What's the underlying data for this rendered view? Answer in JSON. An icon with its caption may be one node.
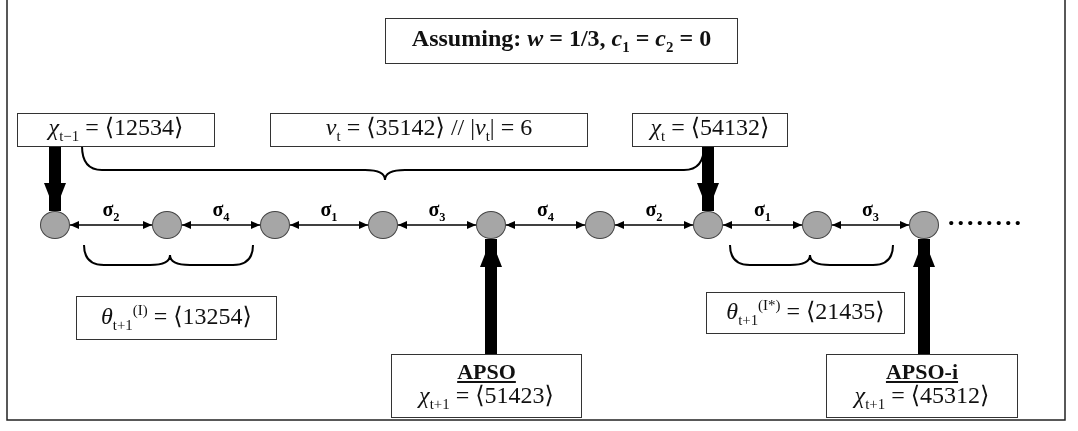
{
  "diagram": {
    "nodes": [
      {
        "text": [
          "Assuming: *w* = 1/3, *c*$_{1}$ = *c*$_{2}$ = 0"
        ]
      },
      {
        "text": [
          "*χ*$_{t−1}$ = ⟨12534⟩"
        ]
      },
      {
        "text": [
          "*ν*$_{t}$ = ⟨35142⟩  //  |*ν*$_{t}$| = 6"
        ]
      },
      {
        "text": [
          "*χ*$_{t}$ = ⟨54132⟩"
        ]
      },
      {
        "text": [
          "*θ*$_{t+1}$$^{(I)}$ = ⟨13254⟩"
        ]
      },
      {
        "text": [
          "*θ*$_{t+1}$$^{(I*)}$ = ⟨21435⟩"
        ]
      },
      {
        "text": [
          "APSO",
          "*χ*$_{t+1}$ = ⟨51423⟩"
        ]
      },
      {
        "text": [
          "APSO-i",
          "*χ*$_{t+1}$ = ⟨45312⟩"
        ]
      },
      {
        "text": [],
        "shape": "circle"
      },
      {
        "text": [],
        "shape": "circle"
      },
      {
        "text": [],
        "shape": "circle"
      },
      {
        "text": [],
        "shape": "circle"
      },
      {
        "text": [],
        "shape": "circle"
      },
      {
        "text": [],
        "shape": "circle"
      },
      {
        "text": [],
        "shape": "circle"
      },
      {
        "text": [],
        "shape": "circle"
      },
      {
        "text": [],
        "shape": "circle"
      }
    ],
    "edges": [
      {
        "from": 1,
        "to": 8,
        "arrow": "to",
        "style": "thick"
      },
      {
        "from": 3,
        "to": 14,
        "arrow": "to",
        "style": "thick"
      },
      {
        "from": 6,
        "to": 12,
        "arrow": "to",
        "style": "thick"
      },
      {
        "from": 7,
        "to": 16,
        "arrow": "to",
        "style": "thick"
      },
      {
        "from": 8,
        "to": 9,
        "arrow": "both",
        "label": "σ$_{2}$"
      },
      {
        "from": 9,
        "to": 10,
        "arrow": "both",
        "label": "σ$_{4}$"
      },
      {
        "from": 10,
        "to": 11,
        "arrow": "both",
        "label": "σ$_{1}$"
      },
      {
        "from": 11,
        "to": 12,
        "arrow": "both",
        "label": "σ$_{3}$"
      },
      {
        "from": 12,
        "to": 13,
        "arrow": "both",
        "label": "σ$_{4}$"
      },
      {
        "from": 13,
        "to": 14,
        "arrow": "both",
        "label": "σ$_{2}$"
      },
      {
        "from": 14,
        "to": 15,
        "arrow": "both",
        "label": "σ$_{1}$"
      },
      {
        "from": 15,
        "to": 16,
        "arrow": "both",
        "label": "σ$_{3}$"
      }
    ],
    "labels": [
      "........"
    ]
  }
}
